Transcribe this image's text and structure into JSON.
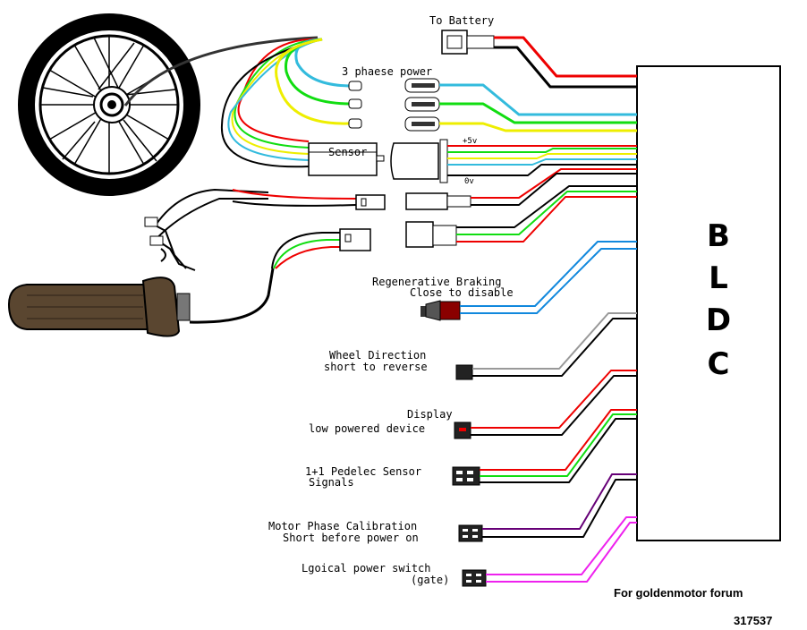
{
  "labels": {
    "battery": "To Battery",
    "three_phase": "3 phaese power",
    "sensor": "Sensor",
    "plus5v": "+5v",
    "zero_v": "0v",
    "regen_line1": "Regenerative Braking",
    "regen_line2": "Close to disable",
    "direction_line1": "Wheel Direction",
    "direction_line2": "short to reverse",
    "display_line1": "Display",
    "display_line2": "low powered device",
    "pedelec_line1": "1+1 Pedelec Sensor",
    "pedelec_line2": "Signals",
    "calib_line1": "Motor Phase Calibration",
    "calib_line2": "Short before power on",
    "power_line1": "Lgoical power switch",
    "power_line2": "(gate)"
  },
  "controller": {
    "letters": [
      "B",
      "L",
      "D",
      "C"
    ]
  },
  "footer": {
    "credit": "For goldenmotor forum",
    "image_id": "317537"
  },
  "wire_colors": {
    "red": "#ee0000",
    "black": "#000000",
    "cyan": "#33bbdd",
    "green": "#11dd11",
    "yellow": "#eeee00",
    "blue": "#1188dd",
    "grey": "#999999",
    "purple": "#660077",
    "magenta": "#ee22ee"
  }
}
